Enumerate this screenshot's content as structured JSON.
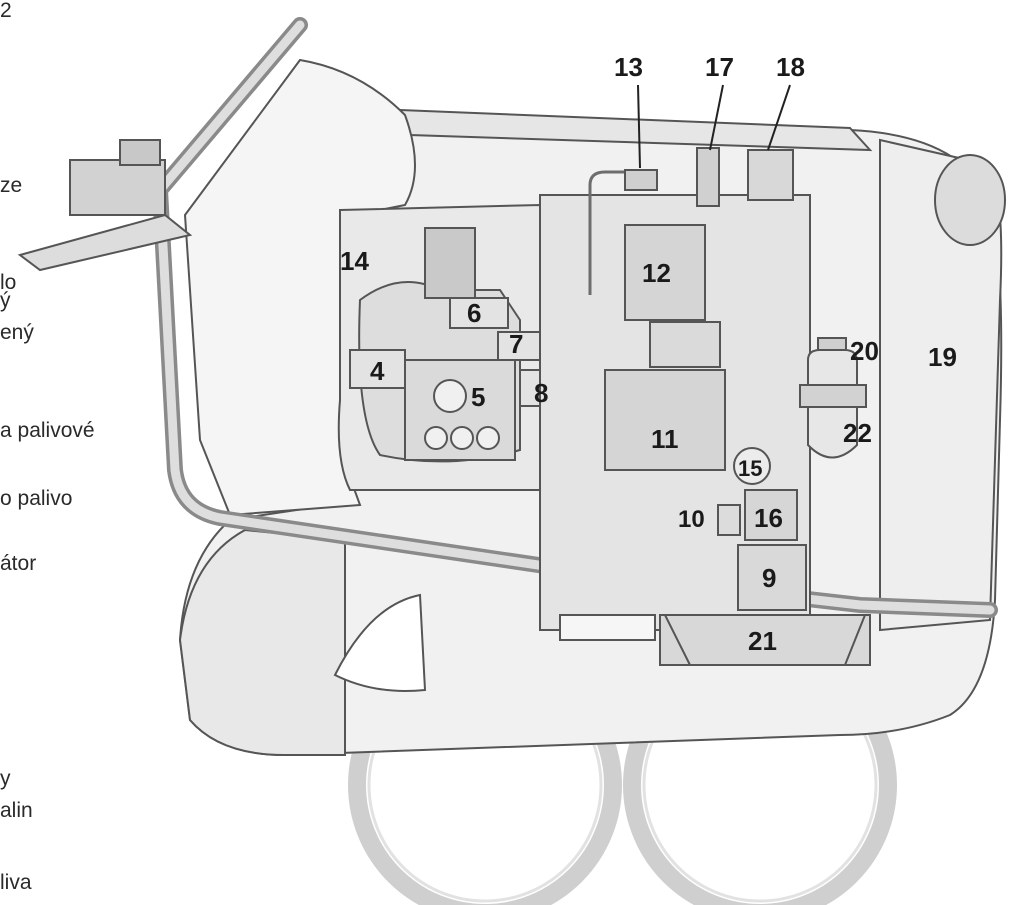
{
  "left_text_fragments": [
    "2",
    "ze",
    "lo",
    "ý",
    "ený",
    "a palivové",
    "o palivo",
    "átor",
    "y",
    "alin",
    "liva"
  ],
  "callouts": [
    "4",
    "5",
    "6",
    "7",
    "8",
    "9",
    "10",
    "11",
    "12",
    "13",
    "14",
    "15",
    "16",
    "17",
    "18",
    "19",
    "20",
    "21",
    "22"
  ],
  "colors": {
    "line": "#555555",
    "shell": "#ededed",
    "part": "#d6d6d6",
    "dark": "#9a9a9a"
  }
}
